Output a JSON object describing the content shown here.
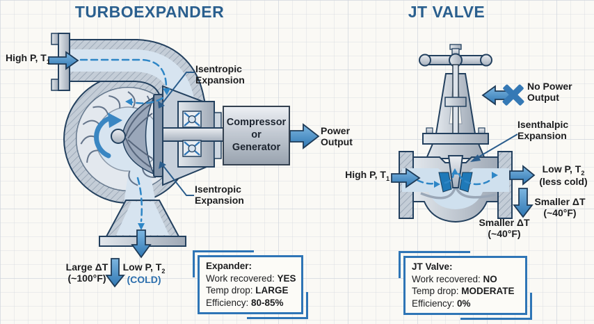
{
  "titles": {
    "left": "TURBOEXPANDER",
    "right": "JT VALVE"
  },
  "colors": {
    "title": "#2a5f8e",
    "arrow_blue": "#3d87c4",
    "outline_navy": "#1e3a56",
    "flow_dash": "#2e86c6",
    "cold_text": "#2d6fad",
    "infobox_border": "#2e75b6"
  },
  "turbo": {
    "inlet_label": {
      "text": "High P, T",
      "sub": "1"
    },
    "isentropic_top": [
      "Isentropic",
      "Expansion"
    ],
    "isentropic_bottom": [
      "Isentropic",
      "Expansion"
    ],
    "machine": [
      "Compressor",
      "or",
      "Generator"
    ],
    "power_output": [
      "Power",
      "Output"
    ],
    "large_dt": [
      "Large ΔT",
      "(~100°F)"
    ],
    "outlet_label": {
      "text": "Low P, T",
      "sub": "2",
      "note": "(COLD)"
    },
    "infobox": {
      "title": "Expander:",
      "rows": [
        {
          "label": "Work recovered: ",
          "value": "YES"
        },
        {
          "label": "Temp drop: ",
          "value": "LARGE"
        },
        {
          "label": "Efficiency: ",
          "value": "80-85%"
        }
      ]
    }
  },
  "jt": {
    "inlet_label": {
      "text": "High P, T",
      "sub": "1"
    },
    "no_power": [
      "No Power",
      "Output"
    ],
    "isenthalpic": [
      "Isenthalpic",
      "Expansion"
    ],
    "outlet_label": {
      "text": "Low P, T",
      "sub": "2",
      "note": "(less cold)"
    },
    "smaller_dt_right": [
      "Smaller ΔT",
      "(~40°F)"
    ],
    "smaller_dt_bottom": [
      "Smaller ΔT",
      "(~40°F)"
    ],
    "infobox": {
      "title": "JT Valve:",
      "rows": [
        {
          "label": "Work recovered: ",
          "value": "NO"
        },
        {
          "label": "Temp drop: ",
          "value": "MODERATE"
        },
        {
          "label": "Efficiency: ",
          "value": "0%"
        }
      ]
    }
  }
}
